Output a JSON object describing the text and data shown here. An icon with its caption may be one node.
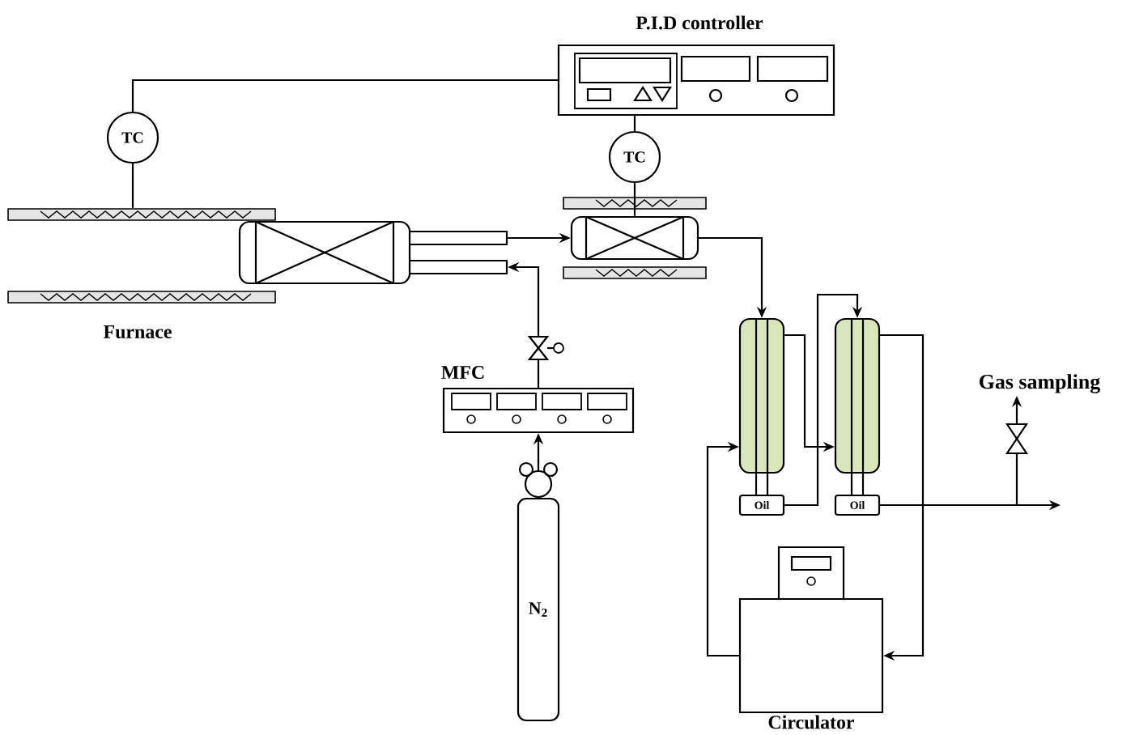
{
  "diagram": {
    "nodes": [
      {
        "text": [
          "P.I.D controller"
        ]
      },
      {
        "text": [
          "TC"
        ]
      },
      {
        "text": [
          "TC"
        ]
      },
      {
        "text": [
          "Furnace"
        ]
      },
      {
        "text": [],
        "shape": "box"
      },
      {
        "text": [],
        "shape": "box"
      },
      {
        "text": [
          "MFC"
        ]
      },
      {
        "text": [
          "N$_{2}$"
        ]
      },
      {
        "text": [],
        "shape": "cylinder"
      },
      {
        "text": [
          "Oil"
        ]
      },
      {
        "text": [],
        "shape": "cylinder"
      },
      {
        "text": [
          "Oil"
        ]
      },
      {
        "text": [
          "Circulator"
        ]
      },
      {
        "text": [
          "Gas sampling"
        ]
      }
    ],
    "edges": [
      {
        "from": 0,
        "to": 1,
        "arrow": "none"
      },
      {
        "from": 1,
        "to": 3,
        "arrow": "none"
      },
      {
        "from": 0,
        "to": 2,
        "arrow": "none"
      },
      {
        "from": 2,
        "to": 5,
        "arrow": "none"
      },
      {
        "from": 4,
        "to": 5,
        "arrow": "to"
      },
      {
        "from": 6,
        "to": 4,
        "arrow": "to"
      },
      {
        "from": 7,
        "to": 6,
        "arrow": "to"
      },
      {
        "from": 5,
        "to": 8,
        "arrow": "to"
      },
      {
        "from": 9,
        "to": 10,
        "arrow": "to"
      },
      {
        "from": 12,
        "to": 8,
        "arrow": "to"
      },
      {
        "from": 8,
        "to": 10,
        "arrow": "to"
      },
      {
        "from": 10,
        "to": 12,
        "arrow": "to"
      },
      {
        "from": 11,
        "to": null,
        "arrow": "to"
      },
      {
        "from": 11,
        "to": 13,
        "arrow": "to"
      }
    ]
  }
}
